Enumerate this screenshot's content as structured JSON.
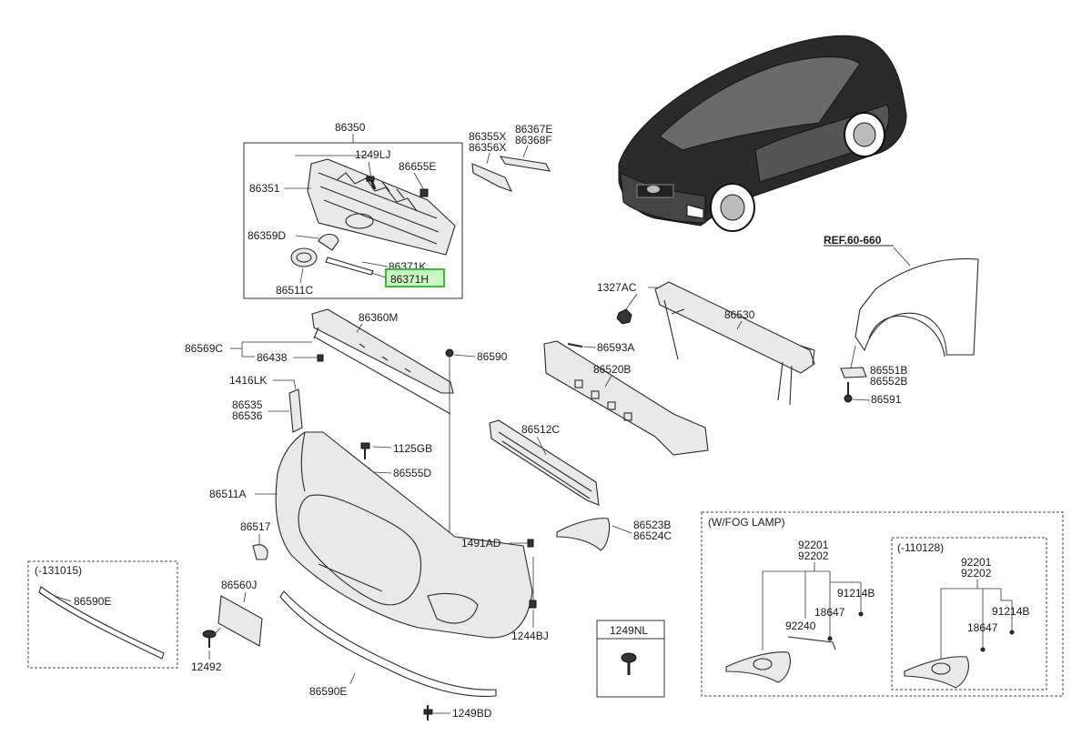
{
  "labels": {
    "p86350": "86350",
    "p1249LJ": "1249LJ",
    "p86655E": "86655E",
    "p86351": "86351",
    "p86359D": "86359D",
    "p86371K": "86371K",
    "p86371H": "86371H",
    "p86511C": "86511C",
    "p86355X": "86355X",
    "p86356X": "86356X",
    "p86367E": "86367E",
    "p86368F": "86368F",
    "ref": "REF.60-660",
    "p1327AC": "1327AC",
    "p86530": "86530",
    "p86360M": "86360M",
    "p86569C": "86569C",
    "p86438": "86438",
    "p86590": "86590",
    "p86593A": "86593A",
    "p86520B": "86520B",
    "p86551B": "86551B",
    "p86552B": "86552B",
    "p86591": "86591",
    "p1416LK": "1416LK",
    "p86535": "86535",
    "p86536": "86536",
    "p86512C": "86512C",
    "p1125GB": "1125GB",
    "p86555D": "86555D",
    "p86511A": "86511A",
    "p86523B": "86523B",
    "p86524C": "86524C",
    "p86517": "86517",
    "p1491AD": "1491AD",
    "range131015": "(-131015)",
    "p86590E_a": "86590E",
    "p86560J": "86560J",
    "p1244BJ": "1244BJ",
    "p1249NL": "1249NL",
    "p12492": "12492",
    "p86590E_b": "86590E",
    "p1249BD": "1249BD",
    "fogLamp": "(W/FOG LAMP)",
    "p92201_a": "92201",
    "p92202_a": "92202",
    "p91214B_a": "91214B",
    "p18647_a": "18647",
    "p92240": "92240",
    "range110128": "(-110128)",
    "p92201_b": "92201",
    "p92202_b": "92202",
    "p91214B_b": "91214B",
    "p18647_b": "18647"
  },
  "highlight": {
    "part": "86371H",
    "color": "#3db83a"
  }
}
